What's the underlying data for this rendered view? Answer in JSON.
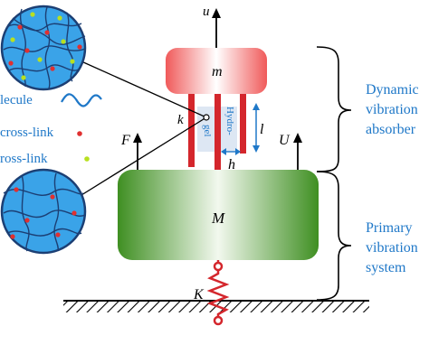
{
  "labels": {
    "u": "u",
    "m": "m",
    "k": "k",
    "l": "l",
    "h": "h",
    "F": "F",
    "U": "U",
    "M": "M",
    "K": "K",
    "hydro": "Hydro-",
    "gel": "gel"
  },
  "legend": {
    "molecule": "lecule",
    "crosslink_red": "cross-link",
    "crosslink_green": "ross-link"
  },
  "brackets": {
    "dva_line1": "Dynamic",
    "dva_line2": "vibration",
    "dva_line3": "absorber",
    "primary_line1": "Primary",
    "primary_line2": "vibration",
    "primary_line3": "system"
  },
  "colors": {
    "absorber_mass": "#f06a6a",
    "primary_mass": "#4e9a2f",
    "rod": "#d4262c",
    "spring": "#d4262c",
    "hydrogel": "#dde7f3",
    "label_blue": "#1f78c8",
    "network_line": "#1c3f74",
    "circle_fill": "#3aa3e8",
    "dot_red": "#e03030",
    "dot_green": "#b8e020"
  }
}
